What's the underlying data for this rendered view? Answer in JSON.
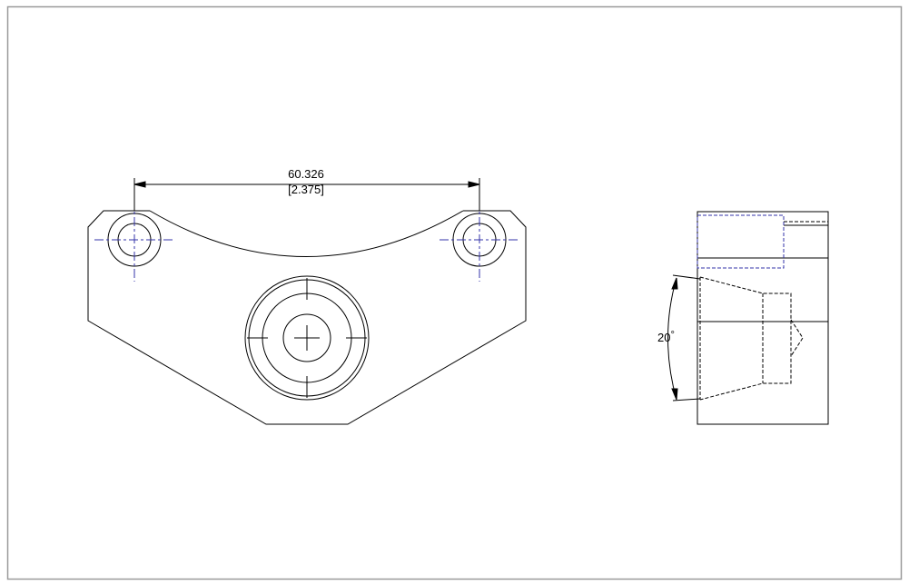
{
  "drawing": {
    "dimension": {
      "metric": "60.326",
      "imperial": "[2.375]"
    },
    "angle": {
      "value": "20",
      "unit": "°"
    },
    "colors": {
      "line": "#000000",
      "centerline": "#3333aa",
      "border": "#9a9a9a"
    }
  }
}
